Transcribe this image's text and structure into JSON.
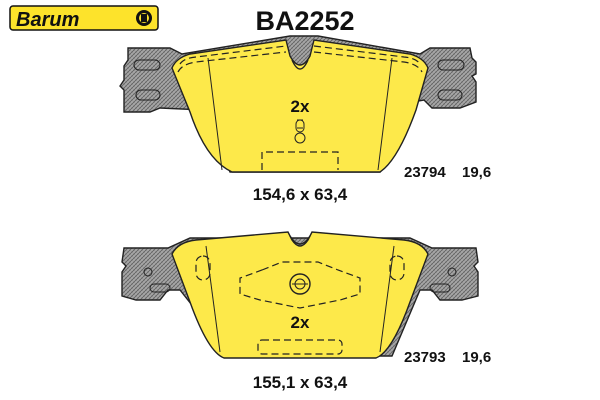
{
  "header": {
    "brand": "Barum",
    "part_number": "BA2252"
  },
  "colors": {
    "brand_yellow": "#fde32b",
    "pad_yellow": "#fde94a",
    "backing_grey": "#a6a6a6",
    "ink": "#222222"
  },
  "icons": {
    "brand_mark": "barum-logo-icon"
  },
  "pads": [
    {
      "quantity": "2x",
      "dimensions": "154,6 x 63,4",
      "code": "23794",
      "thickness": "19,6"
    },
    {
      "quantity": "2x",
      "dimensions": "155,1 x 63,4",
      "code": "23793",
      "thickness": "19,6"
    }
  ]
}
